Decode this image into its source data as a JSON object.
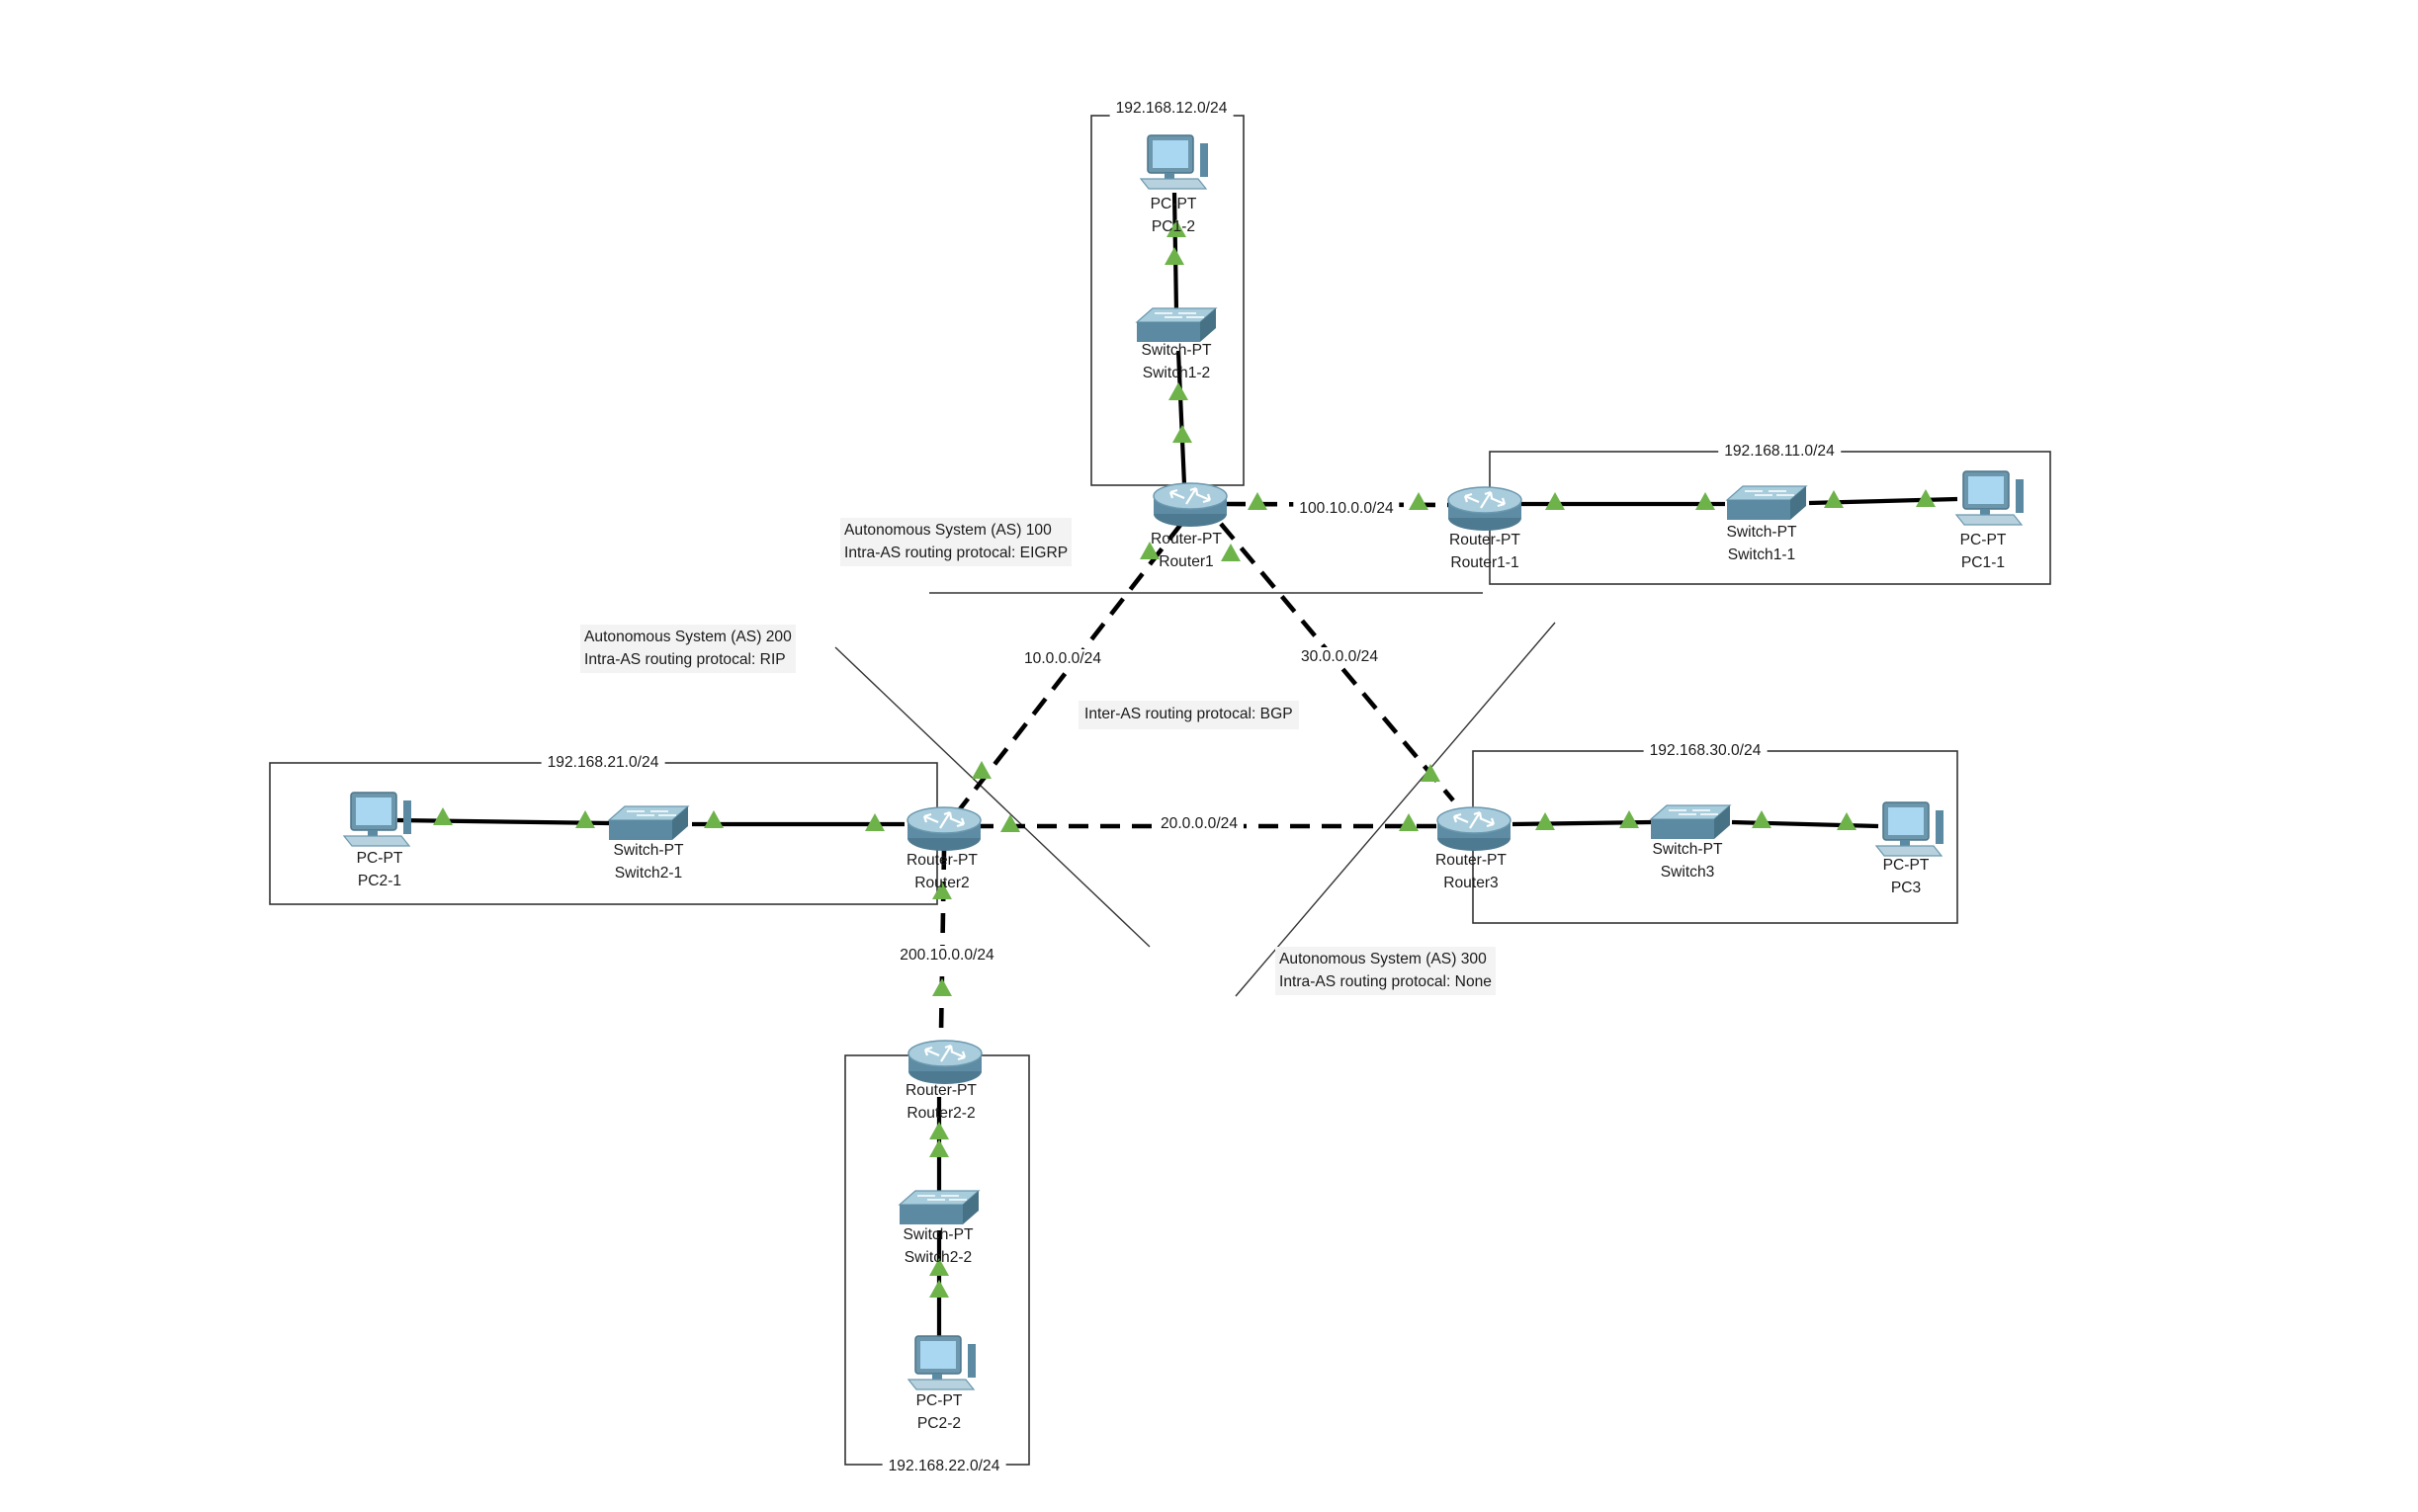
{
  "subnets": {
    "s12": "192.168.12.0/24",
    "s11": "192.168.11.0/24",
    "s21": "192.168.21.0/24",
    "s30": "192.168.30.0/24",
    "s22": "192.168.22.0/24"
  },
  "links": {
    "r1_r11": "100.10.0.0/24",
    "r1_r2": "10.0.0.0/24",
    "r1_r3": "30.0.0.0/24",
    "r2_r3": "20.0.0.0/24",
    "r2_r22": "200.10.0.0/24"
  },
  "notes": {
    "as100_line1": "Autonomous System (AS) 100",
    "as100_line2": "Intra-AS routing protocal: EIGRP",
    "as200_line1": "Autonomous System (AS) 200",
    "as200_line2": "Intra-AS routing protocal: RIP",
    "as300_line1": "Autonomous System (AS) 300",
    "as300_line2": "Intra-AS routing protocal: None",
    "inter": "Inter-AS routing protocal: BGP"
  },
  "devices": {
    "pc12": {
      "type": "PC-PT",
      "name": "PC1-2",
      "icon": "pc-icon"
    },
    "sw12": {
      "type": "Switch-PT",
      "name": "Switch1-2",
      "icon": "switch-icon"
    },
    "r1": {
      "type": "Router-PT",
      "name": "Router1",
      "icon": "router-icon"
    },
    "r11": {
      "type": "Router-PT",
      "name": "Router1-1",
      "icon": "router-icon"
    },
    "sw11": {
      "type": "Switch-PT",
      "name": "Switch1-1",
      "icon": "switch-icon"
    },
    "pc11": {
      "type": "PC-PT",
      "name": "PC1-1",
      "icon": "pc-icon"
    },
    "pc21": {
      "type": "PC-PT",
      "name": "PC2-1",
      "icon": "pc-icon"
    },
    "sw21": {
      "type": "Switch-PT",
      "name": "Switch2-1",
      "icon": "switch-icon"
    },
    "r2": {
      "type": "Router-PT",
      "name": "Router2",
      "icon": "router-icon"
    },
    "r3": {
      "type": "Router-PT",
      "name": "Router3",
      "icon": "router-icon"
    },
    "sw3": {
      "type": "Switch-PT",
      "name": "Switch3",
      "icon": "switch-icon"
    },
    "pc3": {
      "type": "PC-PT",
      "name": "PC3",
      "icon": "pc-icon"
    },
    "r22": {
      "type": "Router-PT",
      "name": "Router2-2",
      "icon": "router-icon"
    },
    "sw22": {
      "type": "Switch-PT",
      "name": "Switch2-2",
      "icon": "switch-icon"
    },
    "pc22": {
      "type": "PC-PT",
      "name": "PC2-2",
      "icon": "pc-icon"
    }
  },
  "colors": {
    "link_up": "#6db34a",
    "device_body": "#5f8fa8",
    "device_top": "#9cc4d6",
    "screen": "#8fc8ec"
  }
}
